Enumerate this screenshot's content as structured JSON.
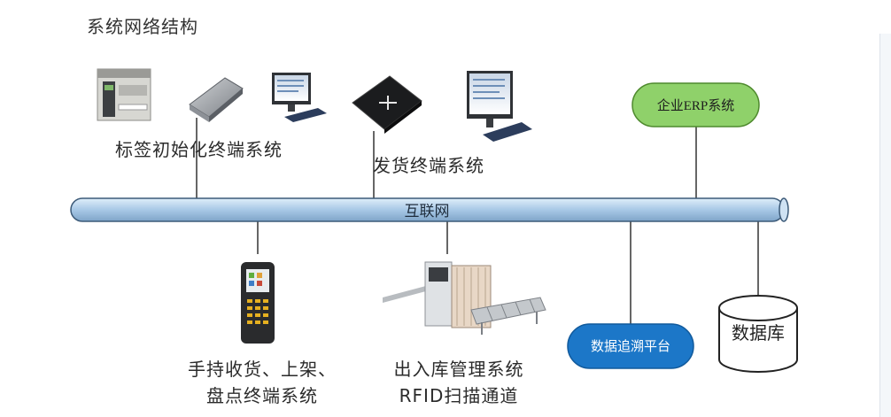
{
  "diagram": {
    "title": "系统网络结构",
    "bus_label": "互联网",
    "top_groups": [
      {
        "label": "标签初始化终端系统",
        "devices": [
          "label-printer-icon",
          "rfid-reader-box-icon",
          "desktop-computer-icon"
        ]
      },
      {
        "label": "发货终端系统",
        "devices": [
          "rfid-reader-pad-icon",
          "desktop-computer-icon"
        ]
      }
    ],
    "erp": {
      "label": "企业ERP系统",
      "color": "#8fd16a"
    },
    "bottom_groups": [
      {
        "label_lines": [
          "手持收货、上架、",
          "盘点终端系统"
        ],
        "device": "handheld-terminal-icon"
      },
      {
        "label_lines": [
          "出入库管理系统",
          "RFID扫描通道"
        ],
        "device": "rfid-scan-channel-icon"
      }
    ],
    "trace": {
      "label": "数据追溯平台",
      "color": "#1c77c8"
    },
    "database": {
      "label": "数据库"
    },
    "colors": {
      "bus": "#a8c8e6",
      "bus_edge": "#3c5a78",
      "line": "#333333"
    }
  }
}
